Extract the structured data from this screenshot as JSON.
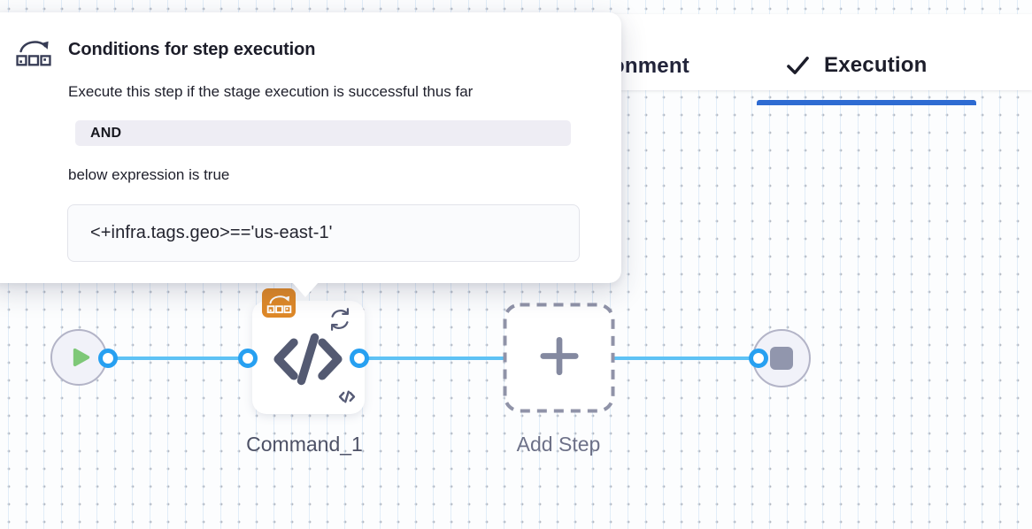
{
  "tabs": {
    "environment_label": "Environment",
    "execution_label": "Execution"
  },
  "popover": {
    "title": "Conditions for step execution",
    "description": "Execute this step if the stage execution is successful thus far",
    "operator": "AND",
    "expression_intro": "below expression is true",
    "expression": "<+infra.tags.geo>=='us-east-1'"
  },
  "pipeline": {
    "command_step_label": "Command_1",
    "add_step_label": "Add Step"
  },
  "icons": {
    "popover_header": "conditional-execution-icon",
    "selected_tab": "checkmark-icon",
    "step_badge": "conditional-execution-badge-icon",
    "step_top_right": "loop-icon",
    "step_center": "code-icon",
    "step_bottom_right": "code-mini-icon",
    "start_node": "play-icon",
    "end_node": "stop-icon",
    "add_step": "plus-icon"
  },
  "colors": {
    "tab_underline_blue": "#2E6BD2",
    "connector_line_blue": "#5EC2F5",
    "connection_port_blue": "#27A0F1",
    "badge_orange": "#DE8828",
    "play_green": "#7EC878",
    "node_icon_slate": "#545A72",
    "node_fill": "#F1F2F9",
    "operator_bar_bg": "#EEEDF4"
  }
}
